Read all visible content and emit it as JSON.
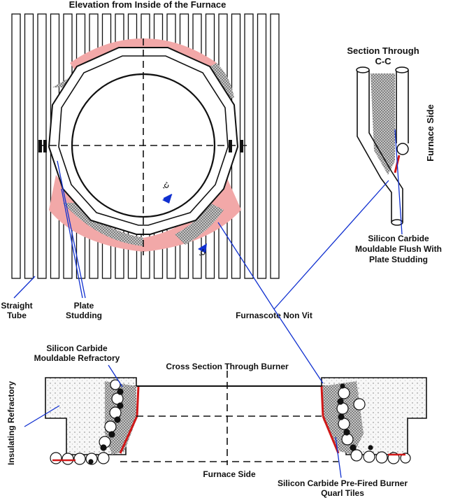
{
  "titles": {
    "elevation": "Elevation from Inside of the Furnace",
    "section_cc_line1": "Section Through",
    "section_cc_line2": "C-C",
    "cross_section": "Cross Section Through Burner",
    "furnace_side_bottom": "Furnace Side",
    "furnace_side_vertical": "Furnace Side"
  },
  "labels": {
    "straight_tube_line1": "Straight",
    "straight_tube_line2": "Tube",
    "plate_studding_line1": "Plate",
    "plate_studding_line2": "Studding",
    "furnascote": "Furnascote Non Vit",
    "sic_flush_line1": "Silicon Carbide",
    "sic_flush_line2": "Mouldable Flush With",
    "sic_flush_line3": "Plate Studding",
    "sic_mouldable_line1": "Silicon Carbide",
    "sic_mouldable_line2": "Mouldable Refractory",
    "insulating": "Insulating Refractory",
    "sic_prefired_line1": "Silicon Carbide Pre-Fired Burner",
    "sic_prefired_line2": "Quarl Tiles",
    "section_marker_top": "'C'",
    "section_marker_bottom": "'C'"
  },
  "colors": {
    "leader": "#1030d0",
    "accent_red": "#d01818",
    "pink_fill": "#f2a8a8",
    "hatch_gray": "#8a8a8a"
  }
}
